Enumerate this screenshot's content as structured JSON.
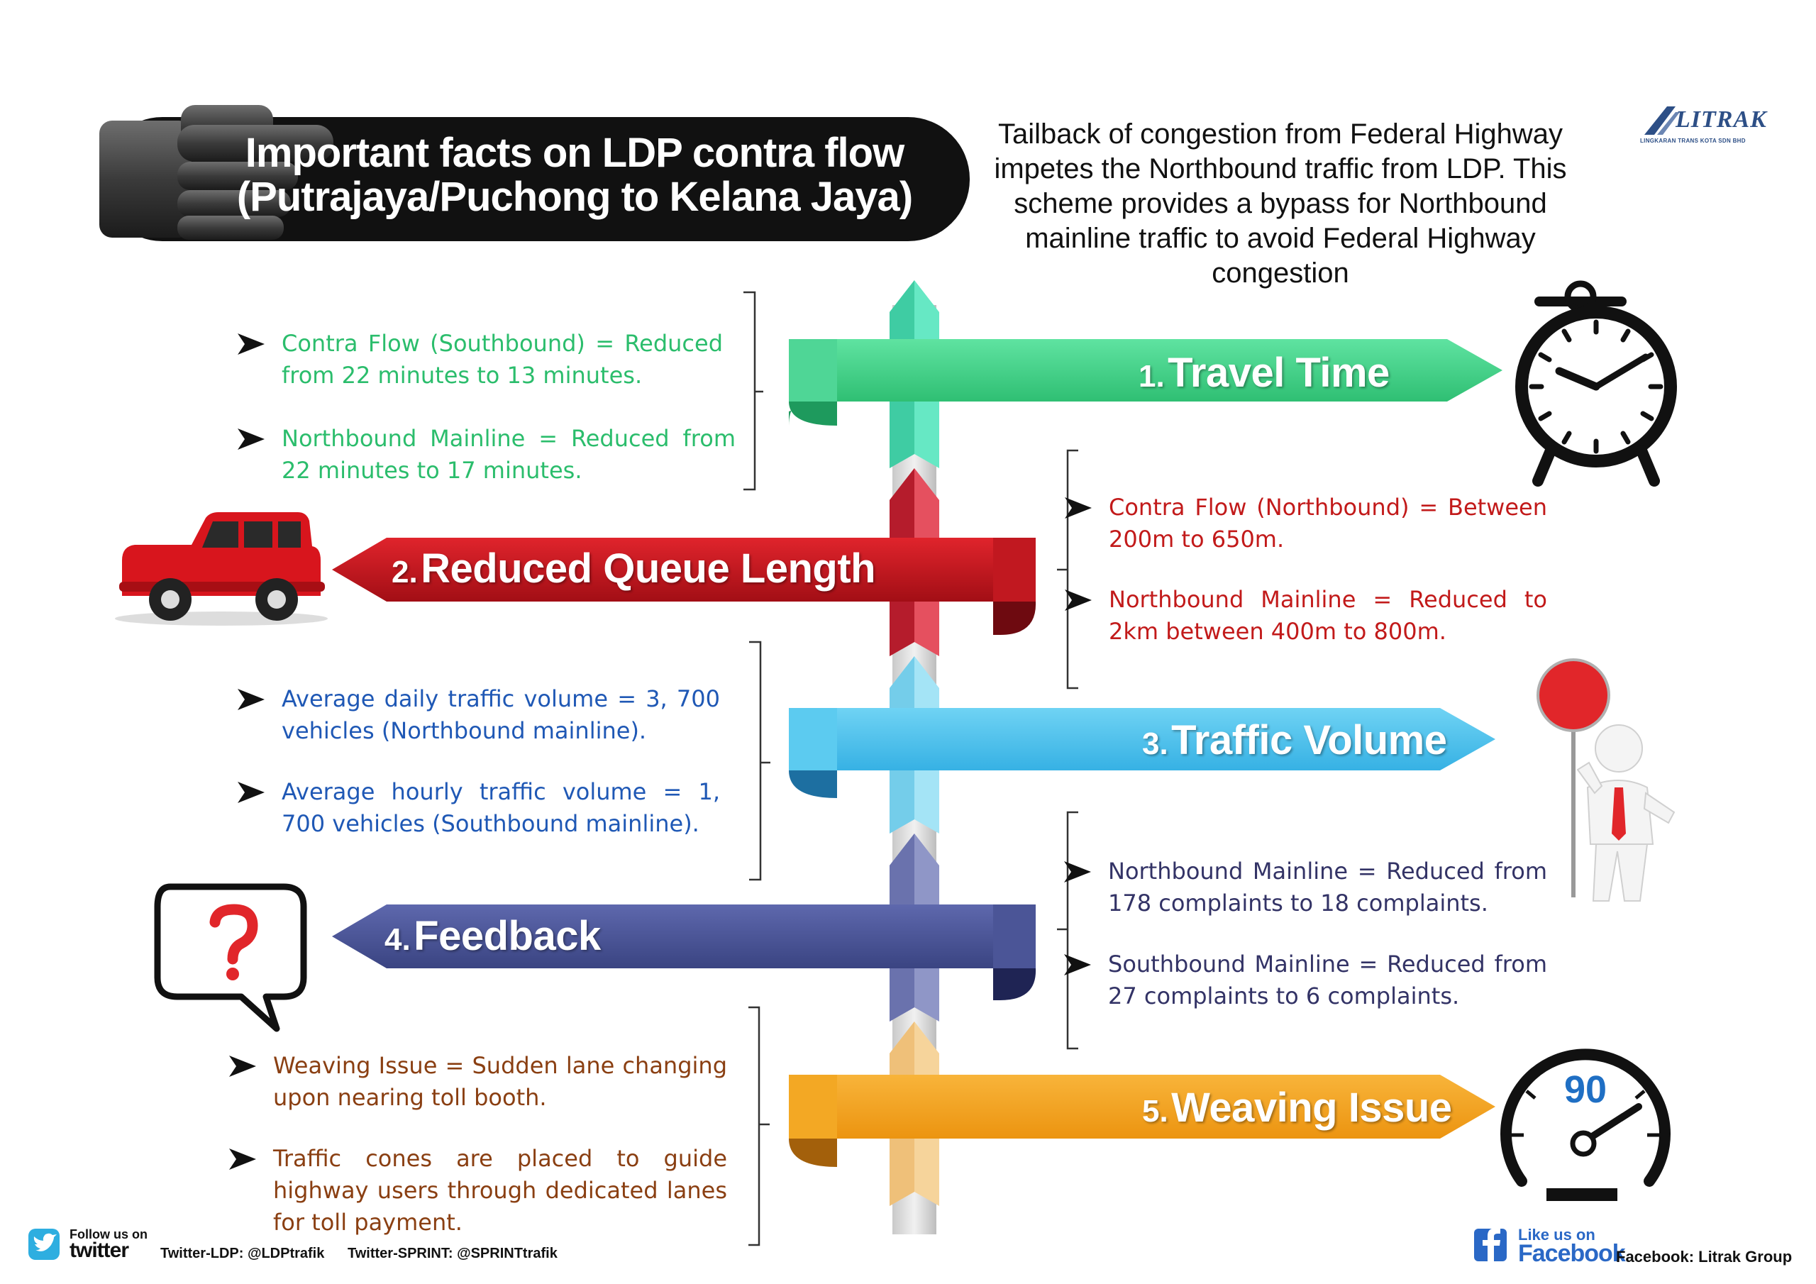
{
  "title": {
    "line1": "Important facts on LDP contra flow",
    "line2": "(Putrajaya/Puchong to Kelana Jaya)"
  },
  "intro": "Tailback of congestion from Federal Highway impetes the Northbound traffic from LDP. This scheme provides a bypass for Northbound mainline traffic to avoid Federal Highway congestion",
  "logo": {
    "name": "LITRAK",
    "subtitle": "LINGKARAN TRANS KOTA SDN BHD"
  },
  "colors": {
    "green": "#3fd48a",
    "red": "#c9151e",
    "blue": "#4dc3ec",
    "purple": "#4b5597",
    "orange": "#f3a11e"
  },
  "sections": [
    {
      "number": "1.",
      "label": "Travel Time",
      "icon": "clock-icon",
      "bullets": [
        "Contra Flow (Southbound) = Reduced from 22 minutes to 13 minutes.",
        "Northbound Mainline = Reduced from 22 minutes to 17 minutes."
      ]
    },
    {
      "number": "2.",
      "label": "Reduced Queue Length",
      "icon": "car-icon",
      "bullets": [
        "Contra Flow (Northbound) = Between 200m to 650m.",
        "Northbound Mainline = Reduced to 2km between 400m to 800m."
      ]
    },
    {
      "number": "3.",
      "label": "Traffic Volume",
      "icon": "stop-sign-person-icon",
      "bullets": [
        "Average daily traffic volume = 3, 700 vehicles (Northbound mainline).",
        "Average hourly traffic volume = 1, 700 vehicles (Southbound mainline)."
      ]
    },
    {
      "number": "4.",
      "label": "Feedback",
      "icon": "question-bubble-icon",
      "bullets": [
        "Northbound Mainline = Reduced from 178 complaints to 18 complaints.",
        "Southbound Mainline = Reduced from 27 complaints to 6 complaints."
      ]
    },
    {
      "number": "5.",
      "label": "Weaving Issue",
      "icon": "speedometer-icon",
      "speed": "90",
      "bullets": [
        "Weaving Issue = Sudden lane changing upon nearing toll booth.",
        "Traffic cones are placed to guide highway users through dedicated lanes for toll payment."
      ]
    }
  ],
  "footer": {
    "twitter_follow": "Follow us on",
    "twitter_brand": "twitter",
    "twitter_ldp": "Twitter-LDP: @LDPtrafik",
    "twitter_sprint": "Twitter-SPRINT: @SPRINTtrafik",
    "facebook_like": "Like us on",
    "facebook_brand": "Facebook",
    "facebook_page": "Facebook: Litrak Group"
  }
}
